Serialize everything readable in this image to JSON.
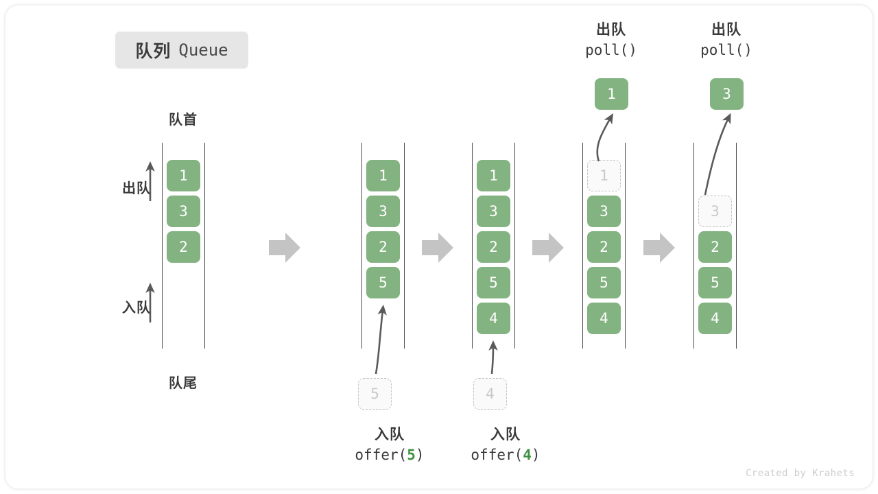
{
  "title": {
    "cn": "队列",
    "en": "Queue"
  },
  "labels": {
    "head": "队首",
    "tail": "队尾",
    "dequeue_side": "出队",
    "enqueue_side": "入队"
  },
  "colors": {
    "cell_fill": "#84b382",
    "cell_text": "#ffffff",
    "ghost_border": "#c2c2c2",
    "ghost_text": "#c9c9c9",
    "rail": "#4b4b4b",
    "arrow_gray": "#c4c4c4",
    "accent_green": "#3f9142",
    "badge_bg": "#e6e6e6"
  },
  "columns": [
    {
      "name": "initial-queue",
      "cells": [
        {
          "value": "1",
          "state": "filled"
        },
        {
          "value": "3",
          "state": "filled"
        },
        {
          "value": "2",
          "state": "filled"
        }
      ]
    },
    {
      "name": "after-offer-5",
      "cells": [
        {
          "value": "1",
          "state": "filled"
        },
        {
          "value": "3",
          "state": "filled"
        },
        {
          "value": "2",
          "state": "filled"
        },
        {
          "value": "5",
          "state": "filled"
        }
      ]
    },
    {
      "name": "after-offer-4",
      "cells": [
        {
          "value": "1",
          "state": "filled"
        },
        {
          "value": "3",
          "state": "filled"
        },
        {
          "value": "2",
          "state": "filled"
        },
        {
          "value": "5",
          "state": "filled"
        },
        {
          "value": "4",
          "state": "filled"
        }
      ]
    },
    {
      "name": "after-poll-1",
      "cells": [
        {
          "value": "1",
          "state": "ghost"
        },
        {
          "value": "3",
          "state": "filled"
        },
        {
          "value": "2",
          "state": "filled"
        },
        {
          "value": "5",
          "state": "filled"
        },
        {
          "value": "4",
          "state": "filled"
        }
      ]
    },
    {
      "name": "after-poll-3",
      "cells": [
        {
          "value": "",
          "state": "empty"
        },
        {
          "value": "3",
          "state": "ghost"
        },
        {
          "value": "2",
          "state": "filled"
        },
        {
          "value": "5",
          "state": "filled"
        },
        {
          "value": "4",
          "state": "filled"
        }
      ]
    }
  ],
  "operations": {
    "offer5": {
      "cn": "入队",
      "code_prefix": "offer(",
      "code_arg": "5",
      "code_suffix": ")",
      "ghost_value": "5"
    },
    "offer4": {
      "cn": "入队",
      "code_prefix": "offer(",
      "code_arg": "4",
      "code_suffix": ")",
      "ghost_value": "4"
    },
    "poll1": {
      "cn": "出队",
      "code": "poll()",
      "result_value": "1"
    },
    "poll3": {
      "cn": "出队",
      "code": "poll()",
      "result_value": "3"
    }
  },
  "credit": "Created by Krahets"
}
